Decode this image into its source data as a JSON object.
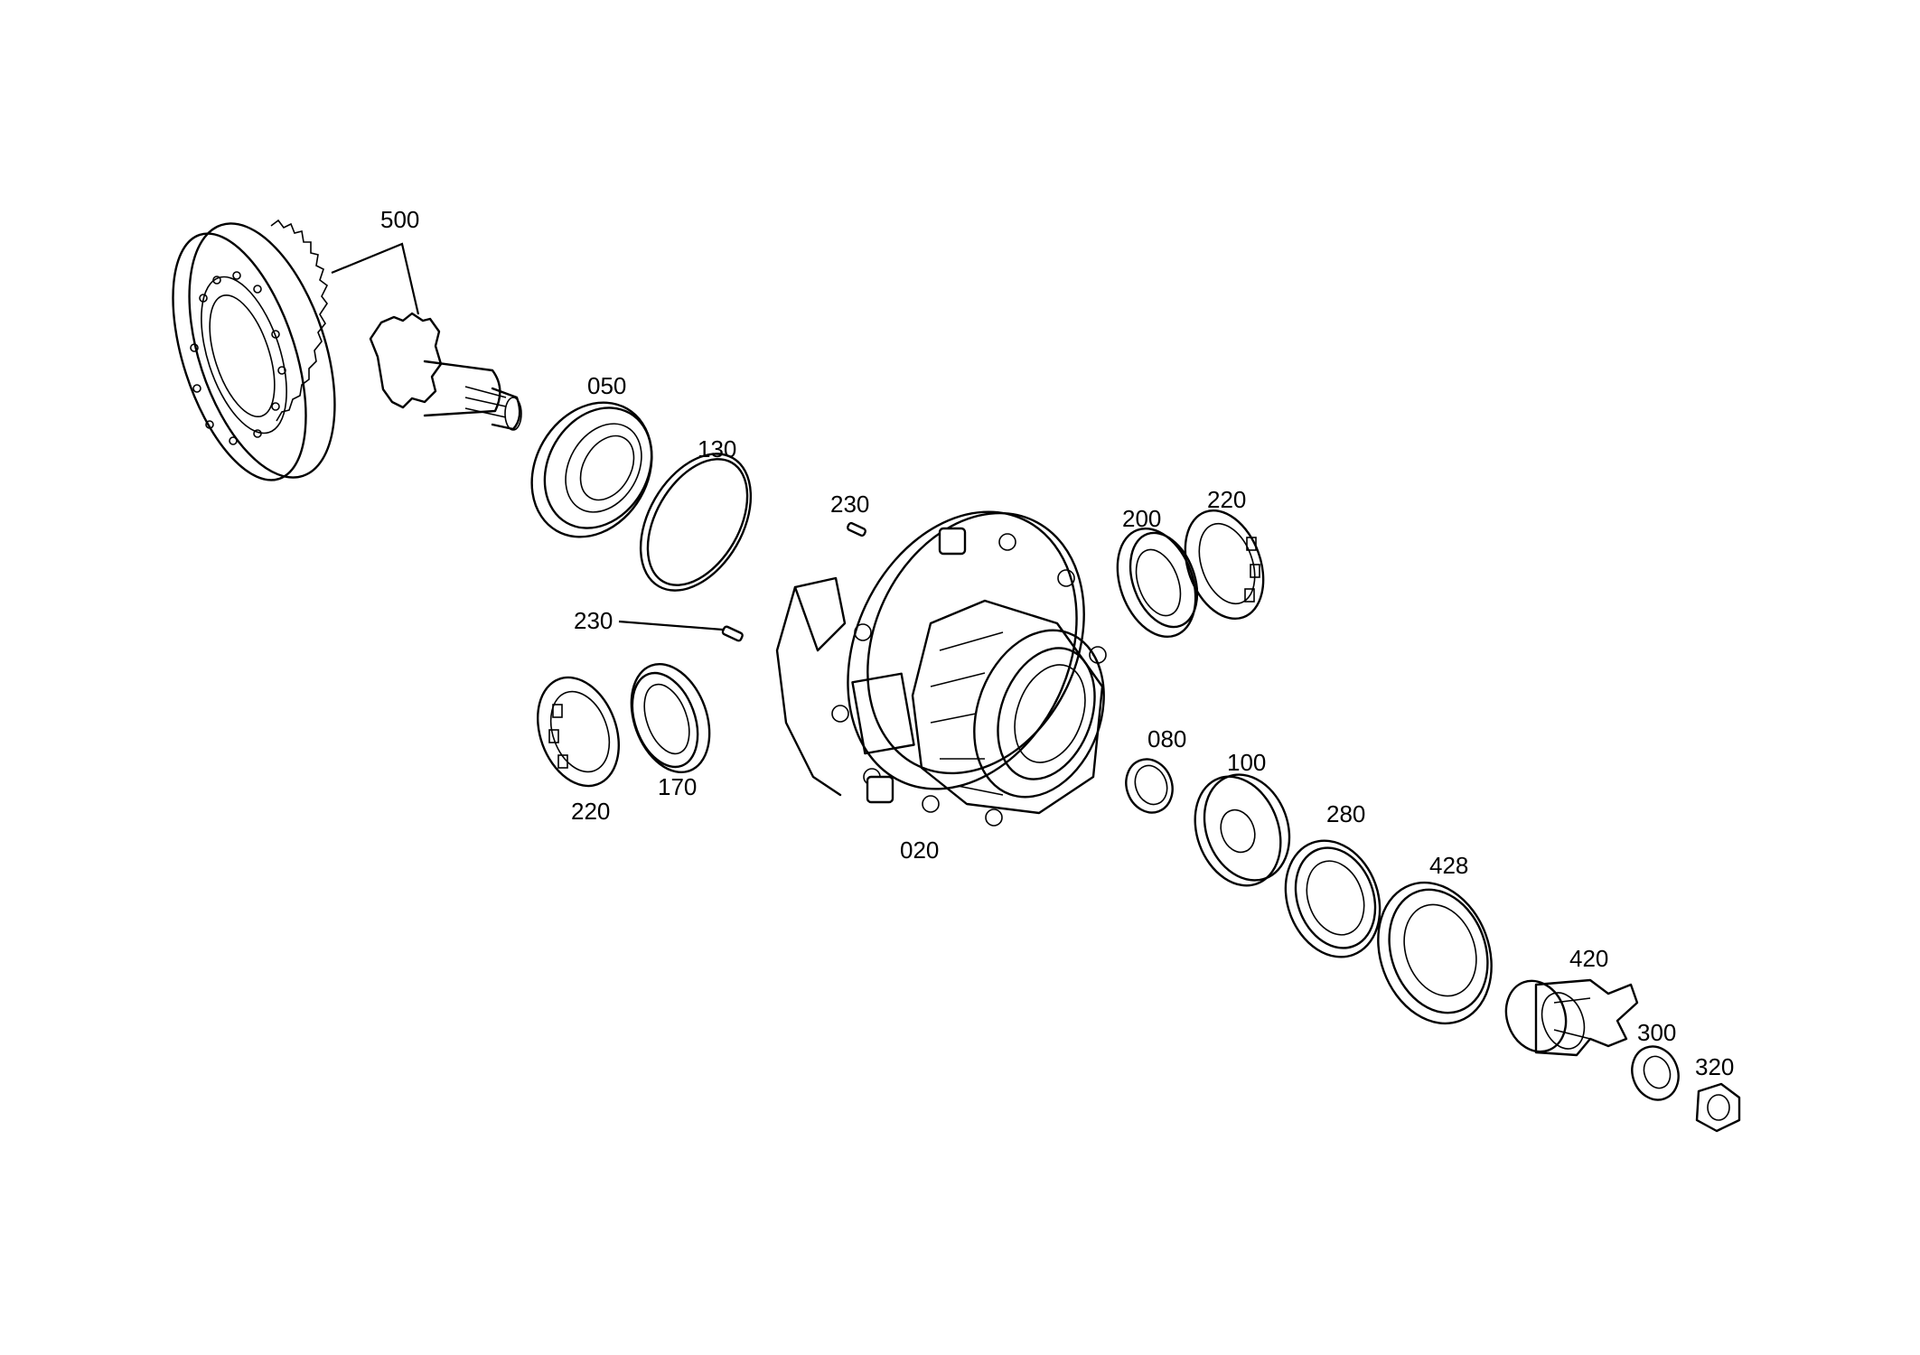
{
  "diagram": {
    "callouts": {
      "p500": "500",
      "p050": "050",
      "p130": "130",
      "p230a": "230",
      "p230b": "230",
      "p200": "200",
      "p220a": "220",
      "p220b": "220",
      "p170": "170",
      "p020": "020",
      "p080": "080",
      "p100": "100",
      "p280": "280",
      "p428": "428",
      "p420": "420",
      "p300": "300",
      "p320": "320"
    }
  }
}
